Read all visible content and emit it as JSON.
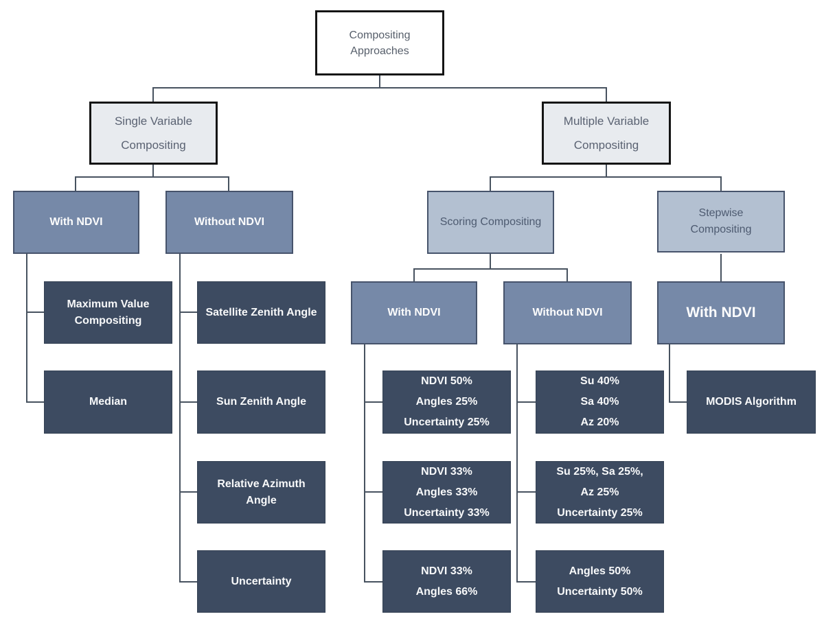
{
  "diagram_title": "Compositing Approaches",
  "colors": {
    "connector": "#47525F",
    "root_fill": "#FFFFFF",
    "root_border": "#141414",
    "level2_fill": "#E8EBEF",
    "level2_text": "#5A6272",
    "branch_fill": "#7689A8",
    "branch_border": "#46536B",
    "branch_text": "#FDFDFD",
    "category_fill": "#B3C0D1",
    "category_text": "#4D5A70",
    "leaf_fill": "#3D4B61",
    "leaf_text": "#F8F9FA"
  },
  "nodes": {
    "root": {
      "lines": [
        "Compositing",
        "Approaches"
      ]
    },
    "single_variable": {
      "lines": [
        "Single Variable",
        "Compositing"
      ]
    },
    "multiple_variable": {
      "lines": [
        "Multiple Variable",
        "Compositing"
      ]
    },
    "sv_with_ndvi": {
      "lines": [
        "With NDVI"
      ]
    },
    "sv_without_ndvi": {
      "lines": [
        "Without NDVI"
      ]
    },
    "scoring": {
      "lines": [
        "Scoring Compositing"
      ]
    },
    "stepwise": {
      "lines": [
        "Stepwise",
        "Compositing"
      ]
    },
    "max_value_compositing": {
      "lines": [
        "Maximum Value",
        "Compositing"
      ]
    },
    "median": {
      "lines": [
        "Median"
      ]
    },
    "satellite_zenith_angle": {
      "lines": [
        "Satellite Zenith Angle"
      ]
    },
    "sun_zenith_angle": {
      "lines": [
        "Sun Zenith Angle"
      ]
    },
    "relative_azimuth_angle": {
      "lines": [
        "Relative Azimuth",
        "Angle"
      ]
    },
    "uncertainty": {
      "lines": [
        "Uncertainty"
      ]
    },
    "sc_with_ndvi": {
      "lines": [
        "With NDVI"
      ]
    },
    "sc_without_ndvi": {
      "lines": [
        "Without NDVI"
      ]
    },
    "st_with_ndvi": {
      "lines": [
        "With NDVI"
      ]
    },
    "ndvi50_mix": {
      "lines": [
        "NDVI 50%",
        "Angles 25%",
        "Uncertainty 25%"
      ]
    },
    "ndvi33_mix3": {
      "lines": [
        "NDVI 33%",
        "Angles 33%",
        "Uncertainty 33%"
      ]
    },
    "ndvi33_mix2": {
      "lines": [
        "NDVI 33%",
        "Angles 66%"
      ]
    },
    "su40_mix": {
      "lines": [
        "Su 40%",
        "Sa 40%",
        "Az 20%"
      ]
    },
    "su25_mix": {
      "lines": [
        "Su 25%, Sa 25%,",
        "Az 25%",
        "Uncertainty 25%"
      ]
    },
    "angles50_mix": {
      "lines": [
        "Angles 50%",
        "Uncertainty 50%"
      ]
    },
    "modis_algorithm": {
      "lines": [
        "MODIS Algorithm"
      ]
    }
  }
}
